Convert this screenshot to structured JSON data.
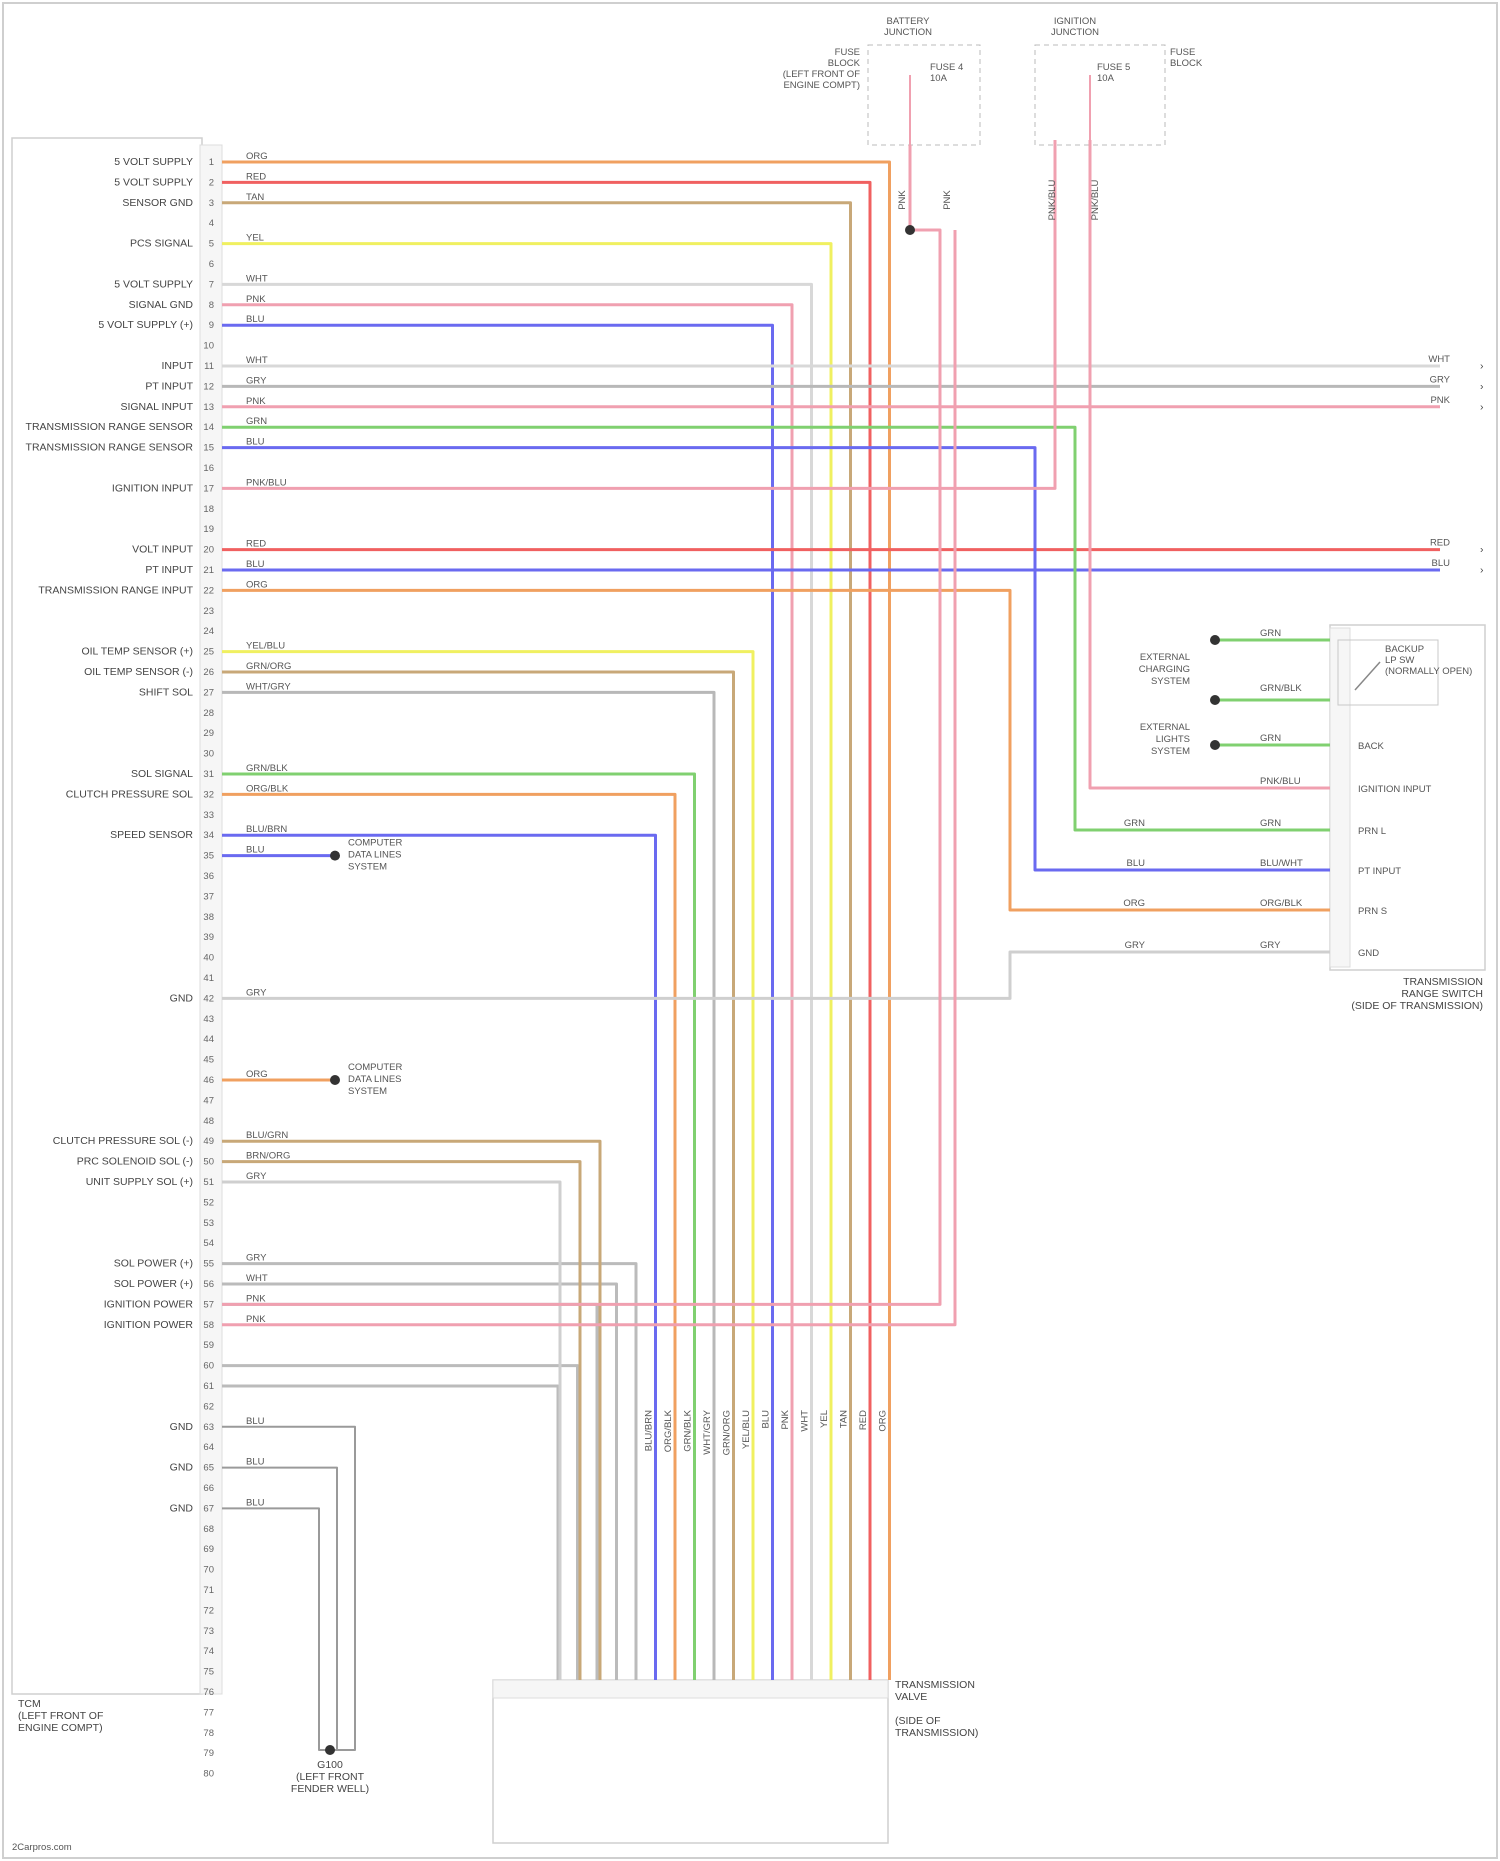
{
  "colors": {
    "ORG": "#f0a060",
    "RED": "#f06060",
    "TAN": "#c8a878",
    "YEL": "#f0f060",
    "WHT": "#d8d8d8",
    "PNK": "#f0a0b0",
    "BLU": "#6a6af0",
    "GRN": "#80d070",
    "GRY": "#b8b8b8",
    "VIO": "#c090e0"
  },
  "module": {
    "name_lines": [
      "TCM",
      "(LEFT FRONT OF",
      "ENGINE COMPT)"
    ],
    "pins": [
      {
        "pin": "1",
        "label": "5 VOLT SUPPLY",
        "wire": "ORG",
        "color": "ORG"
      },
      {
        "pin": "2",
        "label": "5 VOLT SUPPLY",
        "wire": "RED",
        "color": "RED"
      },
      {
        "pin": "3",
        "label": "SENSOR GND",
        "wire": "TAN",
        "color": "TAN"
      },
      {
        "pin": "4",
        "label": "",
        "wire": "",
        "color": ""
      },
      {
        "pin": "5",
        "label": "PCS SIGNAL",
        "wire": "YEL",
        "color": "YEL"
      },
      {
        "pin": "6",
        "label": "",
        "wire": "",
        "color": ""
      },
      {
        "pin": "7",
        "label": "5 VOLT SUPPLY",
        "wire": "WHT",
        "color": "WHT"
      },
      {
        "pin": "8",
        "label": "SIGNAL GND",
        "wire": "PNK",
        "color": "PNK"
      },
      {
        "pin": "9",
        "label": "5 VOLT SUPPLY (+)",
        "wire": "BLU",
        "color": "BLU"
      },
      {
        "pin": "10",
        "label": "",
        "wire": "",
        "color": ""
      },
      {
        "pin": "11",
        "label": "INPUT",
        "wire": "WHT",
        "color": "WHT"
      },
      {
        "pin": "12",
        "label": "PT INPUT",
        "wire": "GRY",
        "color": "GRY"
      },
      {
        "pin": "13",
        "label": "SIGNAL INPUT",
        "wire": "PNK",
        "color": "PNK"
      },
      {
        "pin": "14",
        "label": "TRANSMISSION RANGE SENSOR",
        "wire": "GRN",
        "color": "GRN"
      },
      {
        "pin": "15",
        "label": "TRANSMISSION RANGE SENSOR",
        "wire": "BLU",
        "color": "BLU"
      },
      {
        "pin": "16",
        "label": "",
        "wire": "",
        "color": ""
      },
      {
        "pin": "17",
        "label": "IGNITION INPUT",
        "wire": "PNK/BLU",
        "color": "PNK"
      },
      {
        "pin": "18",
        "label": "",
        "wire": "",
        "color": ""
      },
      {
        "pin": "19",
        "label": "",
        "wire": "",
        "color": ""
      },
      {
        "pin": "20",
        "label": "VOLT INPUT",
        "wire": "RED",
        "color": "RED"
      },
      {
        "pin": "21",
        "label": "PT INPUT",
        "wire": "BLU",
        "color": "BLU"
      },
      {
        "pin": "22",
        "label": "TRANSMISSION RANGE INPUT",
        "wire": "ORG",
        "color": "ORG"
      },
      {
        "pin": "23",
        "label": "",
        "wire": "",
        "color": ""
      },
      {
        "pin": "24",
        "label": "",
        "wire": "",
        "color": ""
      },
      {
        "pin": "25",
        "label": "OIL TEMP SENSOR (+)",
        "wire": "YEL/BLU",
        "color": "YEL"
      },
      {
        "pin": "26",
        "label": "OIL TEMP SENSOR (-)",
        "wire": "GRN/ORG",
        "color": "TAN"
      },
      {
        "pin": "27",
        "label": "SHIFT SOL",
        "wire": "WHT/GRY",
        "color": "GRY"
      },
      {
        "pin": "28",
        "label": "",
        "wire": "",
        "color": ""
      },
      {
        "pin": "29",
        "label": "",
        "wire": "",
        "color": ""
      },
      {
        "pin": "30",
        "label": "",
        "wire": "",
        "color": ""
      },
      {
        "pin": "31",
        "label": "SOL SIGNAL",
        "wire": "GRN/BLK",
        "color": "GRN"
      },
      {
        "pin": "32",
        "label": "CLUTCH PRESSURE SOL",
        "wire": "ORG/BLK",
        "color": "ORG"
      },
      {
        "pin": "33",
        "label": "",
        "wire": "",
        "color": ""
      },
      {
        "pin": "34",
        "label": "SPEED SENSOR",
        "wire": "BLU/BRN",
        "color": "BLU"
      },
      {
        "pin": "35",
        "label": "",
        "wire": "",
        "color": ""
      },
      {
        "pin": "36",
        "label": "",
        "wire": "",
        "color": ""
      },
      {
        "pin": "37",
        "label": "",
        "wire": "",
        "color": ""
      },
      {
        "pin": "38",
        "label": "",
        "wire": "",
        "color": ""
      },
      {
        "pin": "39",
        "label": "",
        "wire": "",
        "color": ""
      },
      {
        "pin": "40",
        "label": "",
        "wire": "",
        "color": ""
      },
      {
        "pin": "41",
        "label": "",
        "wire": "",
        "color": ""
      },
      {
        "pin": "42",
        "label": "",
        "wire": "",
        "color": ""
      },
      {
        "pin": "43",
        "label": "",
        "wire": "",
        "color": ""
      },
      {
        "pin": "44",
        "label": "",
        "wire": "",
        "color": ""
      },
      {
        "pin": "45",
        "label": "",
        "wire": "",
        "color": ""
      },
      {
        "pin": "46",
        "label": "",
        "wire": "",
        "color": ""
      },
      {
        "pin": "47",
        "label": "",
        "wire": "",
        "color": ""
      },
      {
        "pin": "48",
        "label": "",
        "wire": "",
        "color": ""
      },
      {
        "pin": "49",
        "label": "",
        "wire": "",
        "color": ""
      },
      {
        "pin": "50",
        "label": "",
        "wire": "",
        "color": ""
      },
      {
        "pin": "51",
        "label": "",
        "wire": "",
        "color": ""
      },
      {
        "pin": "52",
        "label": "",
        "wire": "",
        "color": ""
      },
      {
        "pin": "53",
        "label": "",
        "wire": "",
        "color": ""
      },
      {
        "pin": "54",
        "label": "",
        "wire": "",
        "color": ""
      },
      {
        "pin": "55",
        "label": "",
        "wire": "",
        "color": ""
      },
      {
        "pin": "56",
        "label": "",
        "wire": "",
        "color": ""
      },
      {
        "pin": "57",
        "label": "",
        "wire": "",
        "color": ""
      },
      {
        "pin": "58",
        "label": "",
        "wire": "",
        "color": ""
      },
      {
        "pin": "59",
        "label": "",
        "wire": "",
        "color": ""
      },
      {
        "pin": "60",
        "label": "",
        "wire": "",
        "color": ""
      },
      {
        "pin": "61",
        "label": "",
        "wire": "",
        "color": ""
      },
      {
        "pin": "62",
        "label": "",
        "wire": "",
        "color": ""
      },
      {
        "pin": "63",
        "label": "",
        "wire": "",
        "color": ""
      },
      {
        "pin": "64",
        "label": "",
        "wire": "",
        "color": ""
      },
      {
        "pin": "65",
        "label": "",
        "wire": "",
        "color": ""
      },
      {
        "pin": "66",
        "label": "",
        "wire": "",
        "color": ""
      },
      {
        "pin": "67",
        "label": "",
        "wire": "",
        "color": ""
      },
      {
        "pin": "68",
        "label": "",
        "wire": "",
        "color": ""
      },
      {
        "pin": "69",
        "label": "",
        "wire": "",
        "color": ""
      },
      {
        "pin": "70",
        "label": "",
        "wire": "",
        "color": ""
      },
      {
        "pin": "71",
        "label": "",
        "wire": "",
        "color": ""
      },
      {
        "pin": "72",
        "label": "",
        "wire": "",
        "color": ""
      },
      {
        "pin": "73",
        "label": "",
        "wire": "",
        "color": ""
      },
      {
        "pin": "74",
        "label": "",
        "wire": "",
        "color": ""
      },
      {
        "pin": "75",
        "label": "",
        "wire": "",
        "color": ""
      },
      {
        "pin": "76",
        "label": "",
        "wire": "",
        "color": ""
      },
      {
        "pin": "77",
        "label": "",
        "wire": "",
        "color": ""
      },
      {
        "pin": "78",
        "label": "",
        "wire": "",
        "color": ""
      },
      {
        "pin": "79",
        "label": "",
        "wire": "",
        "color": ""
      },
      {
        "pin": "80",
        "label": "",
        "wire": "",
        "color": ""
      }
    ]
  },
  "fuse_boxes": [
    {
      "title_lines": [
        "BATTERY",
        "JUNCTION"
      ],
      "fuse_lines": [
        "FUSE 4",
        "10A"
      ],
      "side_lines": [
        "FUSE",
        "BLOCK",
        "(LEFT FRONT OF",
        "ENGINE COMPT)"
      ]
    },
    {
      "title_lines": [
        "IGNITION",
        "JUNCTION"
      ],
      "fuse_lines": [
        "FUSE 5",
        "10A"
      ],
      "side_lines": [
        "FUSE",
        "BLOCK"
      ]
    }
  ],
  "fuse_wires": [
    {
      "label": "PNK"
    },
    {
      "label": "PNK"
    },
    {
      "label": "PNK/BLU"
    },
    {
      "label": "PNK/BLU"
    }
  ],
  "right_edge_wires": [
    {
      "label": "WHT"
    },
    {
      "label": "GRY"
    },
    {
      "label": "PNK"
    },
    {
      "label": "RED"
    },
    {
      "label": "BLU"
    }
  ],
  "range_switch": {
    "title_lines": [
      "TRANSMISSION",
      "RANGE SWITCH",
      "(SIDE OF TRANSMISSION)"
    ],
    "diagram_label_lines": [
      "BACKUP",
      "LP SW",
      "(NORMALLY OPEN)"
    ],
    "pins": [
      {
        "label": "",
        "wire": "GRN"
      },
      {
        "label": "",
        "wire": "GRN/BLK"
      },
      {
        "label": "BACK",
        "wire": "GRN"
      },
      {
        "label": "IGNITION INPUT",
        "wire": "PNK/BLU"
      },
      {
        "label": "PRN L",
        "wire": "GRN"
      },
      {
        "label": "PT INPUT",
        "wire": "BLU/WHT"
      },
      {
        "label": "PRN S",
        "wire": "ORG/BLK"
      },
      {
        "label": "GND",
        "wire": "GRY"
      }
    ],
    "left_labels": [
      {
        "label": "GRN"
      },
      {
        "label": "BLU"
      },
      {
        "label": "ORG"
      },
      {
        "label": "GRY"
      }
    ],
    "side_lines": [
      [
        "EXTERNAL",
        "CHARGING",
        "SYSTEM"
      ],
      [
        "EXTERNAL",
        "LIGHTS",
        "SYSTEM"
      ]
    ]
  },
  "computer_links": [
    {
      "wire": "BLU",
      "lines": [
        "COMPUTER",
        "DATA LINES",
        "SYSTEM"
      ]
    },
    {
      "wire": "ORG",
      "lines": [
        "COMPUTER",
        "DATA LINES",
        "SYSTEM"
      ]
    }
  ],
  "gnd_wire": {
    "label": "GRY"
  },
  "lower_pins": [
    {
      "label": "CLUTCH PRESSURE SOL (-)",
      "wire": "BLU/GRN"
    },
    {
      "label": "PRC SOLENOID SOL (-)",
      "wire": "BRN/ORG"
    },
    {
      "label": "UNIT SUPPLY SOL (+)",
      "wire": "GRY"
    }
  ],
  "ground_group": [
    {
      "label": "SOL POWER (+)",
      "wire": "GRY"
    },
    {
      "label": "SOL POWER (+)",
      "wire": "WHT"
    },
    {
      "label": "IGNITION POWER",
      "wire": "PNK"
    },
    {
      "label": "IGNITION POWER",
      "wire": "PNK"
    }
  ],
  "gnd_pins": [
    {
      "label": "GND",
      "wire": "BLU"
    },
    {
      "label": "GND",
      "wire": "BLU"
    },
    {
      "label": "GND",
      "wire": "BLU"
    }
  ],
  "ground_point": {
    "lines": [
      "G100",
      "(LEFT FRONT",
      "FENDER WELL)"
    ]
  },
  "valve_body": {
    "lines": [
      "TRANSMISSION",
      "VALVE",
      "",
      "(SIDE OF",
      "TRANSMISSION)"
    ]
  },
  "footer": "2Carpros.com"
}
